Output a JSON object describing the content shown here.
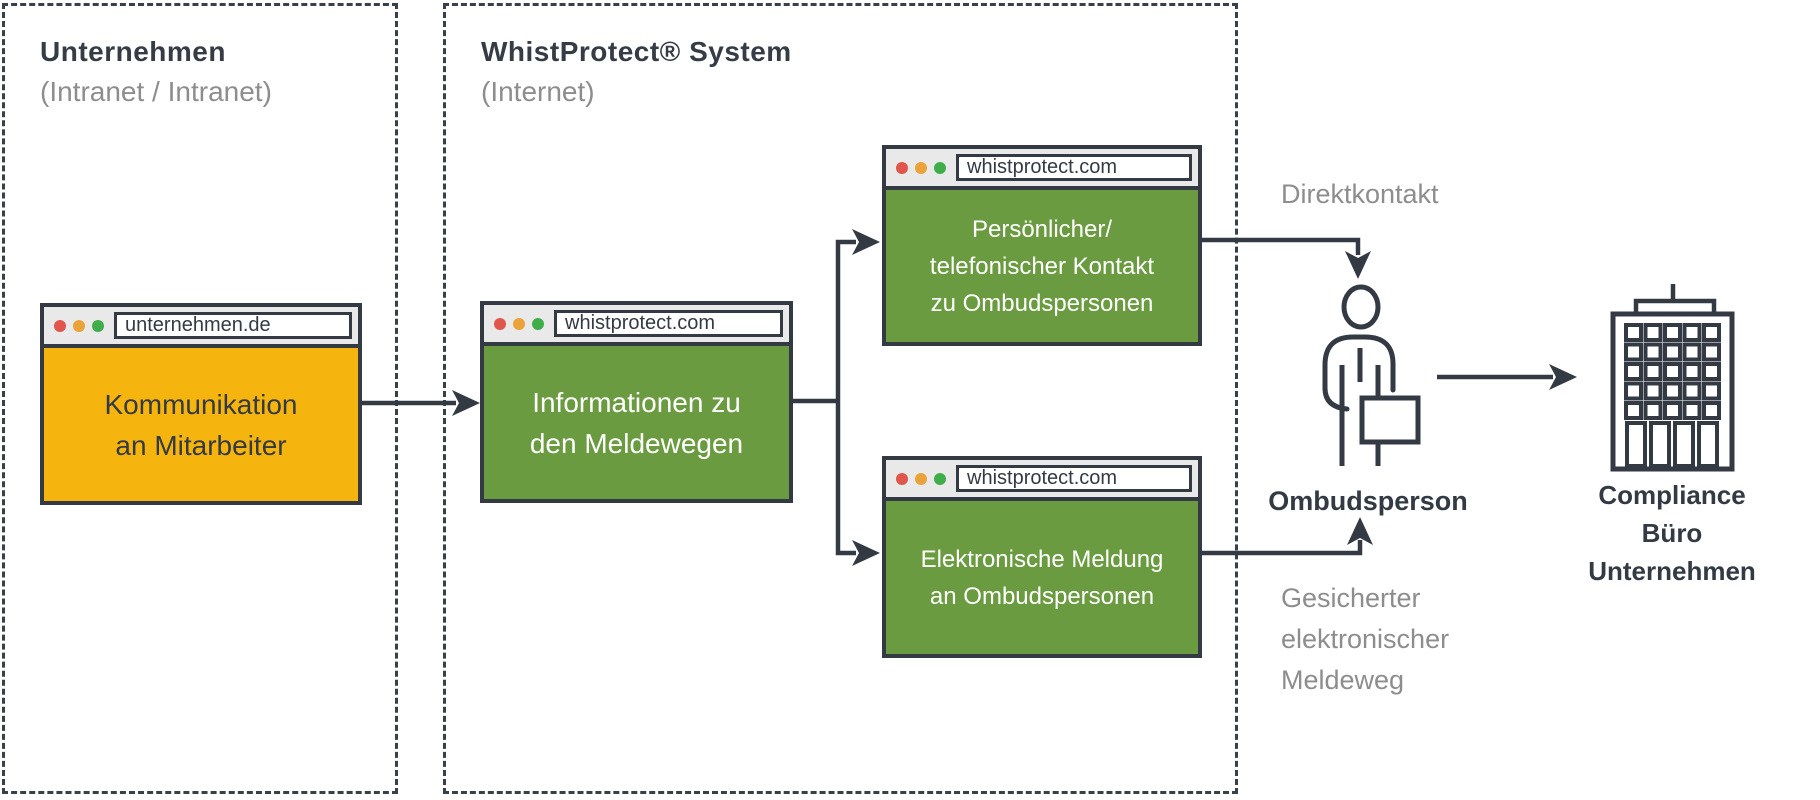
{
  "palette": {
    "dark": "#343a44",
    "gray_text": "#8d8d8d",
    "window_yellow": "#f6b40e",
    "window_green": "#6b9b40",
    "titlebar_gray": "#e9e9e9",
    "dot_red": "#e0564d",
    "dot_yellow": "#eaa239",
    "dot_green": "#3fae4a"
  },
  "zones": {
    "company": {
      "title": "Unternehmen",
      "subtitle": "(Intranet / Intranet)"
    },
    "system": {
      "title": "WhistProtect® System",
      "subtitle": "(Internet)"
    }
  },
  "windows": {
    "communication": {
      "url": "unternehmen.de",
      "lines": [
        "Kommunikation",
        "an Mitarbeiter"
      ]
    },
    "information": {
      "url": "whistprotect.com",
      "lines": [
        "Informationen zu",
        "den Meldewegen"
      ]
    },
    "personal_contact": {
      "url": "whistprotect.com",
      "lines": [
        "Persönlicher/",
        "telefonischer Kontakt",
        "zu Ombudspersonen"
      ]
    },
    "electronic_report": {
      "url": "whistprotect.com",
      "lines": [
        "Elektronische Meldung",
        "an Ombudspersonen"
      ]
    }
  },
  "labels": {
    "direct_contact": "Direktkontakt",
    "ombudsperson": "Ombudsperson",
    "secure_channel": [
      "Gesicherter",
      "elektronischer",
      "Meldeweg"
    ],
    "compliance_office": [
      "Compliance",
      "Büro",
      "Unternehmen"
    ]
  },
  "icons": {
    "person": "person-icon",
    "building": "building-icon"
  }
}
